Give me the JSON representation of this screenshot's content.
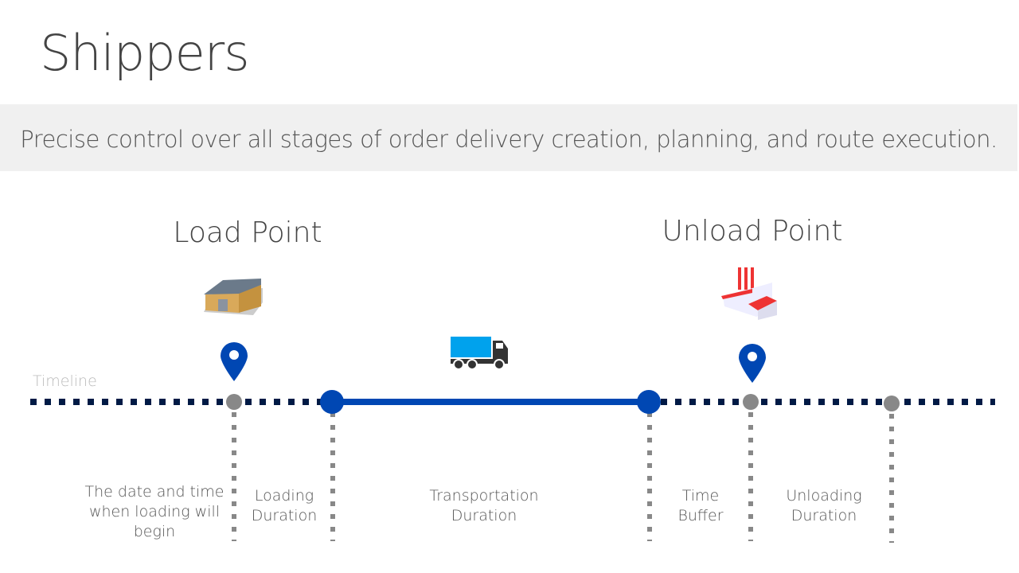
{
  "title": "Shippers",
  "subtitle": "Precise control over all stages of order delivery creation, planning, and route execution.",
  "load_point": {
    "title": "Load Point",
    "icon": "warehouse-icon"
  },
  "unload_point": {
    "title": "Unload Point",
    "icon": "factory-icon"
  },
  "timeline_label": "Timeline",
  "truck_icon": "truck-icon",
  "labels": {
    "start": "The date and time when loading will begin",
    "loading": "Loading Duration",
    "transport": "Transportation Duration",
    "buffer": "Time Buffer",
    "unloading": "Unloading Duration"
  },
  "colors": {
    "accent": "#0047b3",
    "timeline": "#001a45",
    "marker": "#888888",
    "truck": "#00a2ed"
  }
}
